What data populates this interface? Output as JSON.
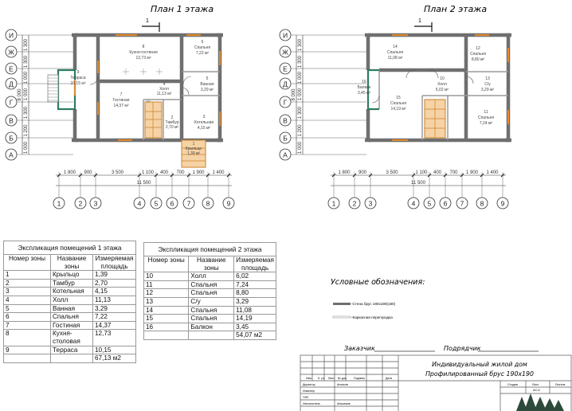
{
  "plan1": {
    "title": "План 1 этажа",
    "section_mark": "1",
    "rooms": [
      {
        "id": "room-kitchen",
        "name": "Кухня-гостиная",
        "num": "8",
        "area": "12,73 м²"
      },
      {
        "id": "room-terrace",
        "name": "Терраса",
        "num": "9",
        "area": "10,15 м²"
      },
      {
        "id": "room-living",
        "name": "Гостиная",
        "num": "7",
        "area": "14,37 м²"
      },
      {
        "id": "room-hall",
        "name": "Холл",
        "num": "4",
        "area": "11,13 м²"
      },
      {
        "id": "room-bedroom",
        "name": "Спальня",
        "num": "6",
        "area": "7,22 м²"
      },
      {
        "id": "room-bath",
        "name": "Ванная",
        "num": "5",
        "area": "3,29 м²"
      },
      {
        "id": "room-boiler",
        "name": "Котельная",
        "num": "3",
        "area": "4,15 м²"
      },
      {
        "id": "room-vestibule",
        "name": "Тамбур",
        "num": "2",
        "area": "2,70 м²"
      },
      {
        "id": "room-porch",
        "name": "Крыльцо",
        "num": "1",
        "area": "1,39 м²"
      }
    ],
    "row_axes": [
      "И",
      "Ж",
      "Е",
      "Д",
      "Г",
      "В",
      "Б",
      "А"
    ],
    "row_dims": [
      "1 300",
      "1 300",
      "1 000",
      "1 000",
      "1 300",
      "1 200",
      "1 000"
    ],
    "total_height": "8 000",
    "col_axes": [
      "1",
      "2",
      "3",
      "4",
      "5",
      "6",
      "7",
      "8",
      "9"
    ],
    "col_dims": [
      "1 800",
      "900",
      "3 500",
      "1 100",
      "400",
      "700",
      "1 900",
      "1 400"
    ],
    "total_width": "11 500"
  },
  "plan2": {
    "title": "План 2 этажа",
    "section_mark": "1",
    "rooms": [
      {
        "id": "room2-bedroom14",
        "name": "Спальня",
        "num": "14",
        "area": "11,08 м²"
      },
      {
        "id": "room2-bedroom12",
        "name": "Спальня",
        "num": "12",
        "area": "8,80 м²"
      },
      {
        "id": "room2-balcony",
        "name": "Балкон",
        "num": "16",
        "area": "3,45 м²"
      },
      {
        "id": "room2-hall",
        "name": "Холл",
        "num": "10",
        "area": "6,02 м²"
      },
      {
        "id": "room2-wc",
        "name": "С/у",
        "num": "13",
        "area": "3,29 м²"
      },
      {
        "id": "room2-bedroom15",
        "name": "Спальня",
        "num": "15",
        "area": "14,19 м²"
      },
      {
        "id": "room2-bedroom11",
        "name": "Спальня",
        "num": "11",
        "area": "7,24 м²"
      }
    ],
    "row_axes": [
      "И",
      "Ж",
      "Е",
      "Д",
      "Г",
      "В",
      "Б",
      "А"
    ],
    "row_dims": [
      "1 300",
      "1 300",
      "1 000",
      "1 000",
      "1 300",
      "1 200",
      "1 000"
    ],
    "total_height": "8 000",
    "col_axes": [
      "1",
      "2",
      "3",
      "4",
      "5",
      "6",
      "7",
      "8",
      "9"
    ],
    "col_dims": [
      "1 800",
      "900",
      "3 500",
      "1 100",
      "400",
      "700",
      "1 900",
      "1 400"
    ],
    "total_width": "11 500"
  },
  "table1": {
    "caption": "Экспликация помещений 1 этажа",
    "headers": [
      "Номер зоны",
      "Название зоны",
      "Измеряемая площадь"
    ],
    "rows": [
      [
        "1",
        "Крыльцо",
        "1,39"
      ],
      [
        "2",
        "Тамбур",
        "2,70"
      ],
      [
        "3",
        "Котельная",
        "4,15"
      ],
      [
        "4",
        "Холл",
        "11,13"
      ],
      [
        "5",
        "Ванная",
        "3,29"
      ],
      [
        "6",
        "Спальня",
        "7,22"
      ],
      [
        "7",
        "Гостиная",
        "14,37"
      ],
      [
        "8",
        "Кухня-столовая",
        "12,73"
      ],
      [
        "9",
        "Терраса",
        "10,15"
      ]
    ],
    "total": "67,13 м2"
  },
  "table2": {
    "caption": "Экспликация помещений 2 этажа",
    "headers": [
      "Номер зоны",
      "Название зоны",
      "Измеряемая площадь"
    ],
    "rows": [
      [
        "10",
        "Холл",
        "6,02"
      ],
      [
        "11",
        "Спальня",
        "7,24"
      ],
      [
        "12",
        "Спальня",
        "8,80"
      ],
      [
        "13",
        "С/у",
        "3,29"
      ],
      [
        "14",
        "Спальня",
        "11,08"
      ],
      [
        "15",
        "Спальня",
        "14,19"
      ],
      [
        "16",
        "Балкон",
        "3,45"
      ]
    ],
    "total": "54,07 м2"
  },
  "legend": {
    "title": "Условные обозначения:",
    "wall": "-Стена брус 190х190(180)",
    "partition": "-Каркасная перегородка"
  },
  "title_block": {
    "customer": "Заказчик",
    "contractor": "Подрядчик",
    "project_line1": "Индивидуальный жилой дом",
    "project_line2": "Профилированный брус 190х190",
    "cols": [
      "Изм.",
      "К. уч.",
      "Лист",
      "№ док.",
      "Подпись",
      "Дата"
    ],
    "roles": [
      "Директор",
      "Инженер",
      "ГИП",
      "Исполнитель"
    ],
    "names": [
      "Анчиков",
      "",
      "",
      "Анисимов"
    ],
    "stage_hdr": [
      "Стадия",
      "Лист",
      "Листов"
    ],
    "sheet": "АС-6"
  },
  "colors": {
    "wall": "#6f6f6f",
    "door": "#e58a2a",
    "terrace": "#2e7d5e",
    "axis": "#333333"
  }
}
